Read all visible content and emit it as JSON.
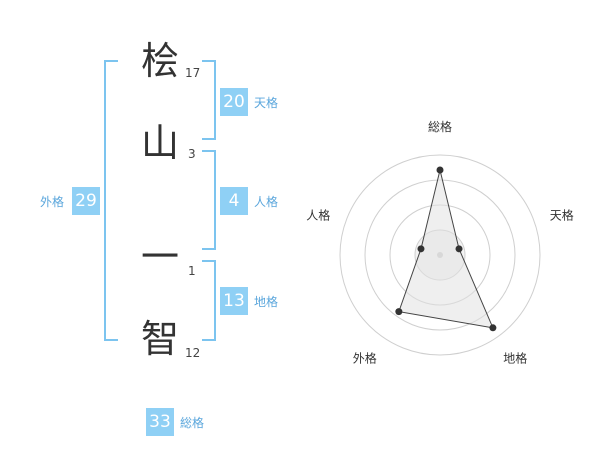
{
  "name": {
    "chars": [
      {
        "char": "桧",
        "strokes": "17"
      },
      {
        "char": "山",
        "strokes": "3"
      },
      {
        "char": "一",
        "strokes": "1"
      },
      {
        "char": "智",
        "strokes": "12"
      }
    ]
  },
  "fortunes": {
    "tenkaku": {
      "value": "20",
      "label": "天格"
    },
    "jinkaku": {
      "value": "4",
      "label": "人格"
    },
    "chikaku": {
      "value": "13",
      "label": "地格"
    },
    "gaikaku": {
      "value": "29",
      "label": "外格"
    },
    "soukaku": {
      "value": "33",
      "label": "総格"
    }
  },
  "colors": {
    "accent": "#8fd0f5",
    "bracket": "#7cc4ef",
    "label": "#5aa6dc"
  },
  "chart_data": {
    "type": "radar",
    "axes": [
      "総格",
      "天格",
      "地格",
      "外格",
      "人格"
    ],
    "values": [
      0.85,
      0.2,
      0.9,
      0.7,
      0.2
    ],
    "range": [
      0,
      1
    ],
    "rings": 4
  }
}
